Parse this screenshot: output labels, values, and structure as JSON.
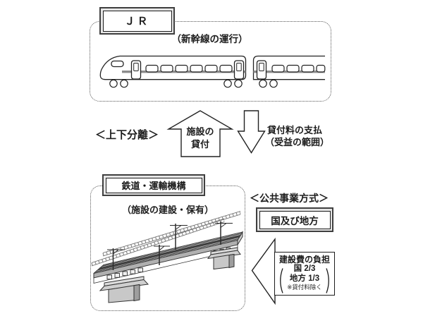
{
  "diagram": {
    "top": {
      "actor": "ＪＲ",
      "role": "（新幹線の運行）"
    },
    "middle": {
      "left_scheme_label": "＜上下分離＞",
      "lease_up_arrow": {
        "line1": "施設の",
        "line2": "貸付"
      },
      "payment_down_arrow": {
        "line1": "貸付料の支払",
        "line2": "（受益の範囲）"
      }
    },
    "bottom": {
      "actor": "鉄道・運輸機構",
      "role": "（施設の建設・保有）",
      "right_scheme_label": "＜公共事業方式＞",
      "funder": "国及び地方",
      "cost_arrow": {
        "title": "建設費の負担",
        "national_share": "国 2/3",
        "local_share": "地方 1/3",
        "note": "※貸付料除く"
      }
    },
    "icons": {
      "train": "shinkansen-train-icon",
      "viaduct": "railway-viaduct-icon",
      "up_arrow": "up-arrow-shape",
      "down_arrow": "down-arrow-shape",
      "left_arrow": "cost-arrow-shape"
    },
    "colors": {
      "line": "#222222",
      "dashed_border": "#555555",
      "double_box_gap": "#e6e6e6",
      "train_stripe": "#8c8c8c",
      "deck_top": "#e2e2e2",
      "deck_side": "#b0b0b0",
      "pier_fill": "#c8c8c8",
      "pier_shade": "#9e9e9e"
    }
  }
}
